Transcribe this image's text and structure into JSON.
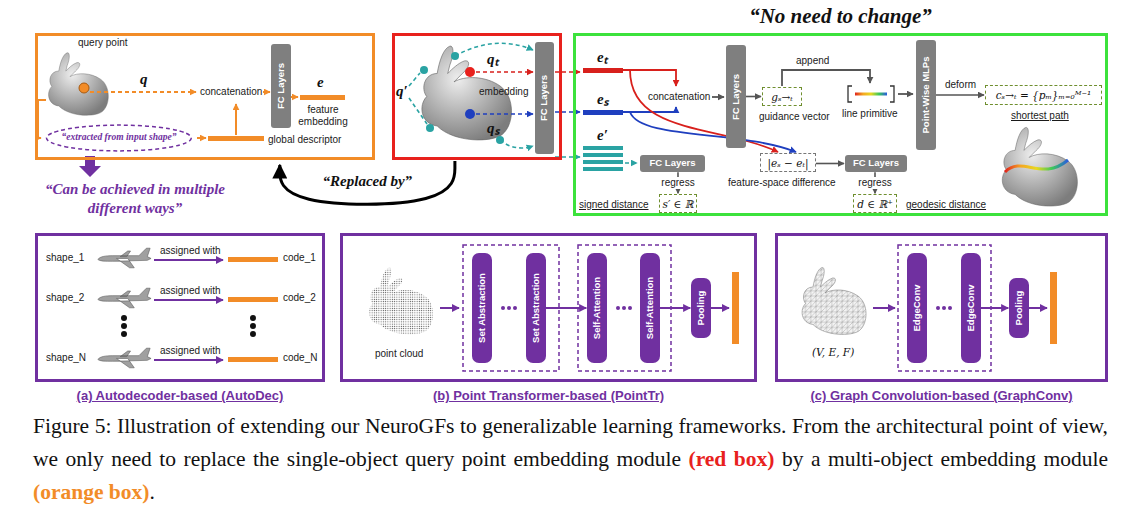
{
  "diagram": {
    "caption": "Figure 5: Illustration of extending our NeuroGFs to generalizable learning frameworks. From the architectural point of view, we only need to replace the single-object query point embedding module (red box) by a multi-object embedding module (orange box).",
    "nodes": [
      {
        "text": [
          "query point",
          "q",
          "concatenation",
          "e",
          "feature embedding",
          "global descriptor"
        ]
      },
      {
        "text": [
          "FC Layers"
        ],
        "in": 0
      },
      {
        "text": [
          "“extracted from input shape”"
        ],
        "in": 0
      },
      {
        "text": [
          "q′",
          "qₜ",
          "qₛ",
          "embedding"
        ]
      },
      {
        "text": [
          "FC Layers"
        ],
        "in": 3
      },
      {
        "text": [
          "“No need to change”",
          "eₜ",
          "eₛ",
          "e′",
          "concatenation",
          "append",
          "line primitive",
          "feature-space difference"
        ]
      },
      {
        "text": [
          "FC Layers"
        ],
        "in": 5
      },
      {
        "text": [
          "gₛ→ₜ",
          "guidance vector"
        ],
        "in": 5
      },
      {
        "text": [
          "Point-Wise MLPs"
        ],
        "in": 5
      },
      {
        "text": [
          "cₛ→ₜ = {pₘ}ₘ₌₀ᴹ⁻¹",
          "shortest path"
        ],
        "in": 5
      },
      {
        "text": [
          "FC Layers"
        ],
        "in": 5
      },
      {
        "text": [
          "s′ ∈ ℝ",
          "signed distance"
        ],
        "in": 5
      },
      {
        "text": [
          "|eₛ − eₜ|"
        ],
        "in": 5
      },
      {
        "text": [
          "FC Layers"
        ],
        "in": 5
      },
      {
        "text": [
          "d ∈ ℝ⁺",
          "geodesic distance"
        ],
        "in": 5
      },
      {
        "text": [
          "(a) Autodecoder-based (AutoDec)",
          "shape_1",
          "assigned with",
          "code_1",
          "shape_2",
          "assigned with",
          "code_2",
          "shape_N",
          "assigned with",
          "code_N"
        ]
      },
      {
        "text": [
          "(b) Point Transformer-based (PointTr)",
          "point cloud"
        ]
      },
      {
        "text": [
          "Set Abstraction"
        ],
        "in": 16
      },
      {
        "text": [
          "Set Abstraction"
        ],
        "in": 16
      },
      {
        "text": [
          "Self-Attention"
        ],
        "in": 16
      },
      {
        "text": [
          "Self-Attention"
        ],
        "in": 16
      },
      {
        "text": [
          "Pooling"
        ],
        "in": 16
      },
      {
        "text": [
          "(c) Graph Convolution-based (GraphConv)",
          "(V, E, F)"
        ]
      },
      {
        "text": [
          "EdgeConv"
        ],
        "in": 22
      },
      {
        "text": [
          "EdgeConv"
        ],
        "in": 22
      },
      {
        "text": [
          "Pooling"
        ],
        "in": 22
      }
    ],
    "edges": [
      {
        "from": 3,
        "to": 0,
        "arrow": "to",
        "label": "“Replaced by”"
      },
      {
        "from": 6,
        "to": 7,
        "arrow": "to"
      },
      {
        "from": 8,
        "to": 9,
        "arrow": "to",
        "label": "deform"
      },
      {
        "from": 10,
        "to": 11,
        "arrow": "to",
        "label": "regress"
      },
      {
        "from": 13,
        "to": 14,
        "arrow": "to",
        "label": "regress"
      },
      {
        "from": 12,
        "to": 13,
        "arrow": "to"
      },
      {
        "from": 18,
        "to": 19,
        "arrow": "to"
      },
      {
        "from": 20,
        "to": 21,
        "arrow": "to"
      },
      {
        "from": 24,
        "to": 25,
        "arrow": "to"
      }
    ],
    "labels": [
      "“Can be achieved in multiple different ways”"
    ]
  }
}
